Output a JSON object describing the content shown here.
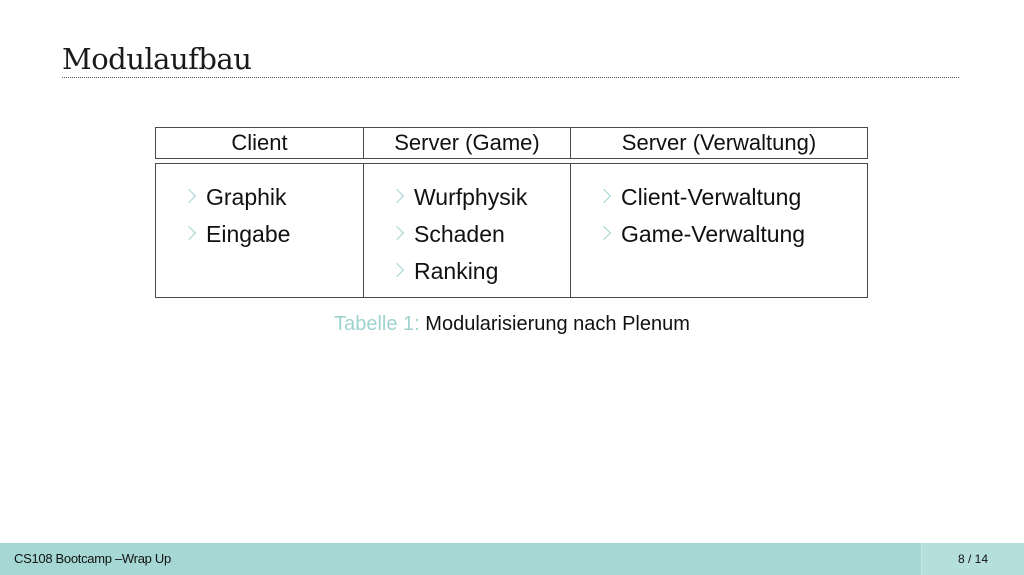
{
  "slide": {
    "title": "Modulaufbau"
  },
  "table": {
    "headers": [
      "Client",
      "Server (Game)",
      "Server (Verwaltung)"
    ],
    "columns": [
      [
        "Graphik",
        "Eingabe"
      ],
      [
        "Wurfphysik",
        "Schaden",
        "Ranking"
      ],
      [
        "Client-Verwaltung",
        "Game-Verwaltung"
      ]
    ]
  },
  "caption": {
    "label": "Tabelle 1:",
    "text": "Modularisierung nach Plenum"
  },
  "footer": {
    "left": "CS108 Bootcamp –Wrap Up",
    "page": "8 / 14"
  },
  "colors": {
    "accent": "#9fd3d0",
    "footer_bg": "#a5d8d5"
  },
  "icons": {
    "bullet": "chevron-right-icon"
  }
}
